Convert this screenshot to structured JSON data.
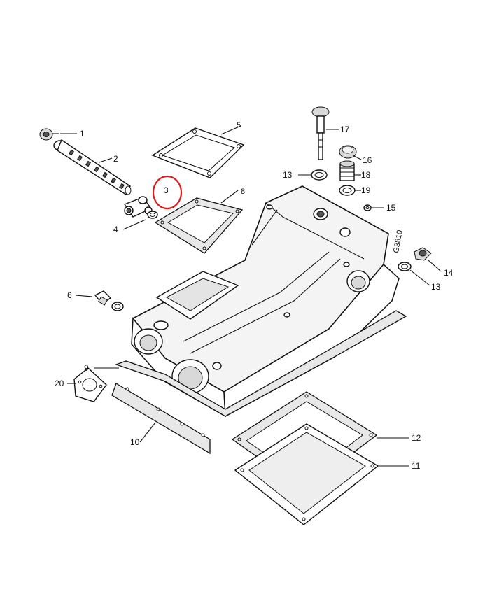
{
  "drawing_code": "G3810.",
  "highlight_color": "#e01919",
  "highlighted_part": "3",
  "part_labels": [
    {
      "num": "1"
    },
    {
      "num": "2"
    },
    {
      "num": "3"
    },
    {
      "num": "4"
    },
    {
      "num": "5"
    },
    {
      "num": "6"
    },
    {
      "num": "8"
    },
    {
      "num": "9"
    },
    {
      "num": "10"
    },
    {
      "num": "11"
    },
    {
      "num": "12"
    },
    {
      "num": "13"
    },
    {
      "num": "13"
    },
    {
      "num": "14"
    },
    {
      "num": "15"
    },
    {
      "num": "16"
    },
    {
      "num": "17"
    },
    {
      "num": "18"
    },
    {
      "num": "19"
    },
    {
      "num": "20"
    }
  ]
}
